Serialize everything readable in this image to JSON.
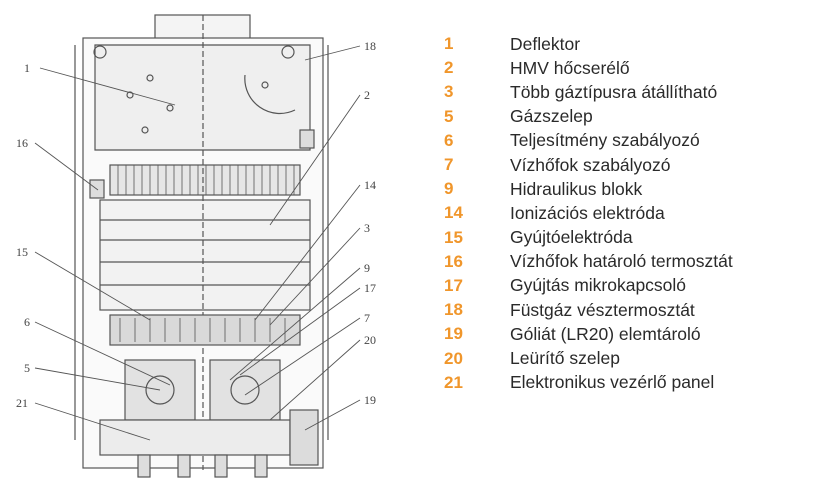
{
  "legend": [
    {
      "num": "1",
      "label": "Deflektor"
    },
    {
      "num": "2",
      "label": "HMV hőcserélő"
    },
    {
      "num": "3",
      "label": "Több gáztípusra átállítható"
    },
    {
      "num": "5",
      "label": "Gázszelep"
    },
    {
      "num": "6",
      "label": "Teljesítmény szabályozó"
    },
    {
      "num": "7",
      "label": "Vízhőfok szabályozó"
    },
    {
      "num": "9",
      "label": "Hidraulikus blokk"
    },
    {
      "num": "14",
      "label": "Ionizációs elektróda"
    },
    {
      "num": "15",
      "label": "Gyújtóelektróda"
    },
    {
      "num": "16",
      "label": "Vízhőfok határoló termosztát"
    },
    {
      "num": "17",
      "label": "Gyújtás mikrokapcsoló"
    },
    {
      "num": "18",
      "label": "Füstgáz vésztermosztát"
    },
    {
      "num": "19",
      "label": "Góliát (LR20) elemtároló"
    },
    {
      "num": "20",
      "label": "Leürítő szelep"
    },
    {
      "num": "21",
      "label": "Elektronikus vezérlő panel"
    }
  ],
  "callouts": {
    "c1": "1",
    "c2": "2",
    "c3": "3",
    "c5": "5",
    "c6": "6",
    "c7": "7",
    "c9": "9",
    "c14": "14",
    "c15": "15",
    "c16": "16",
    "c17": "17",
    "c18": "18",
    "c19": "19",
    "c20": "20",
    "c21": "21"
  },
  "colors": {
    "number": "#f0962b",
    "text": "#2a2a2a",
    "line": "#555555"
  }
}
